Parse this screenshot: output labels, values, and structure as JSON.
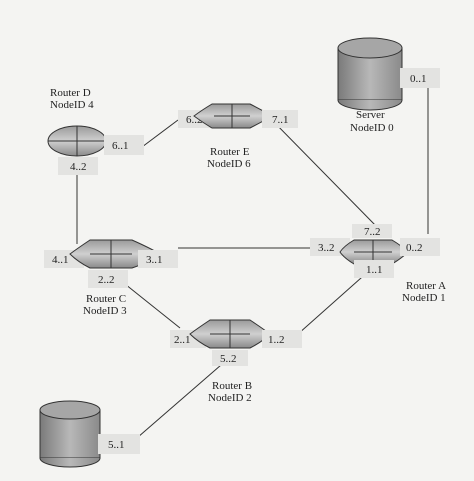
{
  "routers": {
    "d": {
      "name": "Router D",
      "node": "NodeID 4",
      "ports": {
        "p61": "6..1",
        "p42": "4..2"
      }
    },
    "e": {
      "name": "Router E",
      "node": "NodeID 6",
      "ports": {
        "p62": "6..2",
        "p71": "7..1"
      }
    },
    "c": {
      "name": "Router C",
      "node": "NodeID 3",
      "ports": {
        "p41": "4..1",
        "p31": "3..1",
        "p22": "2..2"
      }
    },
    "a": {
      "name": "Router A",
      "node": "NodeID 1",
      "ports": {
        "p72": "7..2",
        "p32": "3..2",
        "p02": "0..2",
        "p11": "1..1"
      }
    },
    "b": {
      "name": "Router B",
      "node": "NodeID 2",
      "ports": {
        "p21": "2..1",
        "p12": "1..2",
        "p52": "5..2"
      }
    }
  },
  "server": {
    "name": "Server",
    "node": "NodeID 0",
    "port": "0..1"
  },
  "host": {
    "port": "5..1"
  }
}
